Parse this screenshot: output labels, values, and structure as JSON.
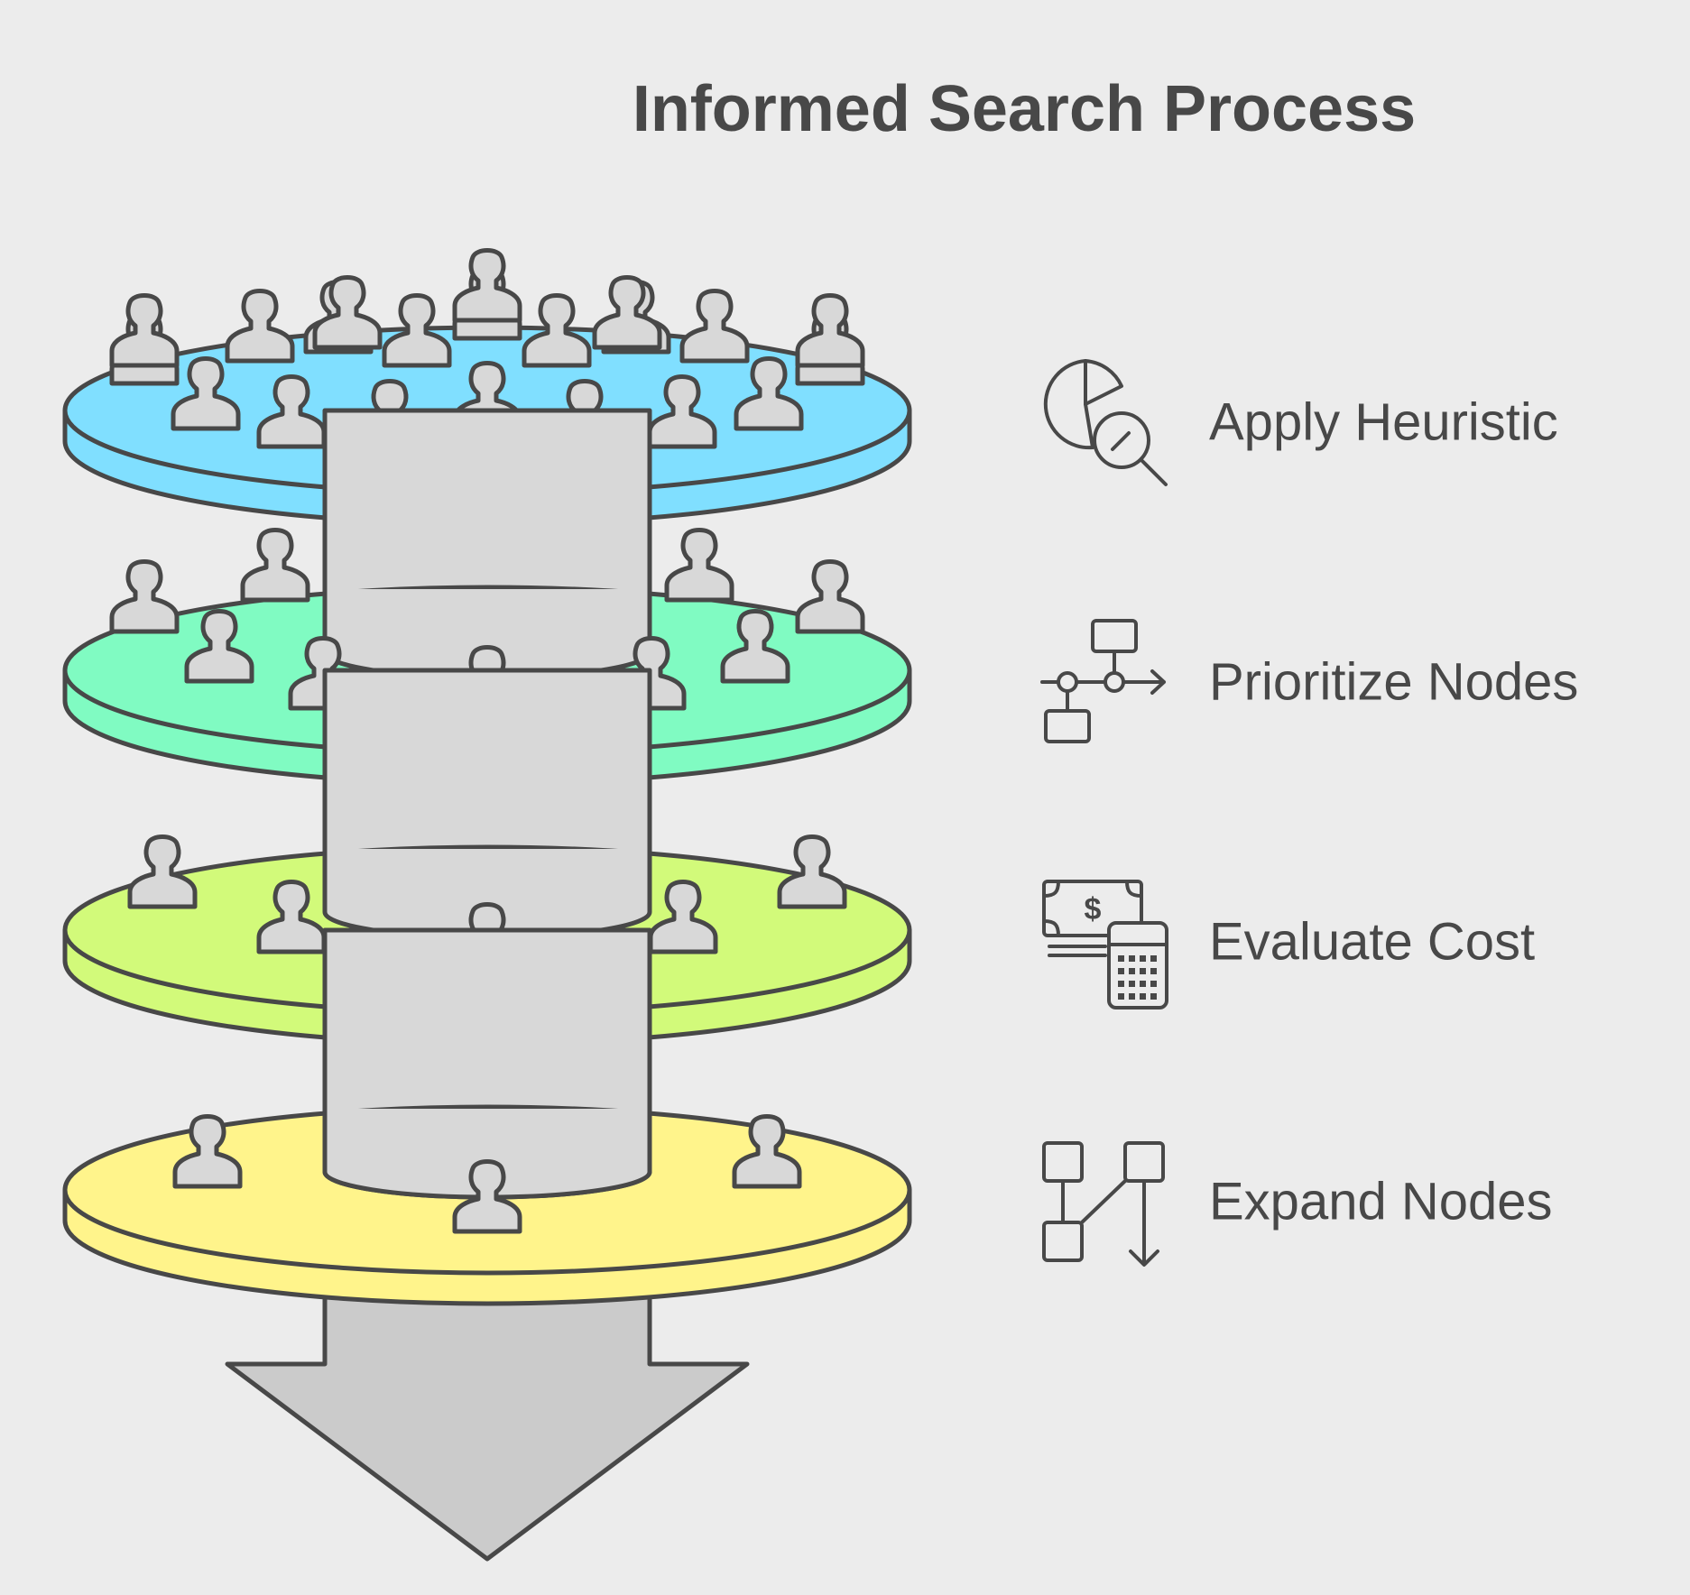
{
  "title": "Informed Search Process",
  "steps": [
    {
      "label": "Apply Heuristic",
      "icon": "pie-chart-magnifier-icon",
      "fill": "#80dfff",
      "people": 21
    },
    {
      "label": "Prioritize Nodes",
      "icon": "flow-nodes-icon",
      "fill": "#80fbc2",
      "people": 12
    },
    {
      "label": "Evaluate Cost",
      "icon": "money-calculator-icon",
      "fill": "#d2fa7a",
      "people": 7
    },
    {
      "label": "Expand Nodes",
      "icon": "node-expand-icon",
      "fill": "#fff48b",
      "people": 3
    }
  ],
  "colors": {
    "background": "#ececec",
    "outline": "#484848",
    "pillar": "#d8d8d8",
    "arrow": "#cbcbcb",
    "person": "#d8d8d8"
  }
}
